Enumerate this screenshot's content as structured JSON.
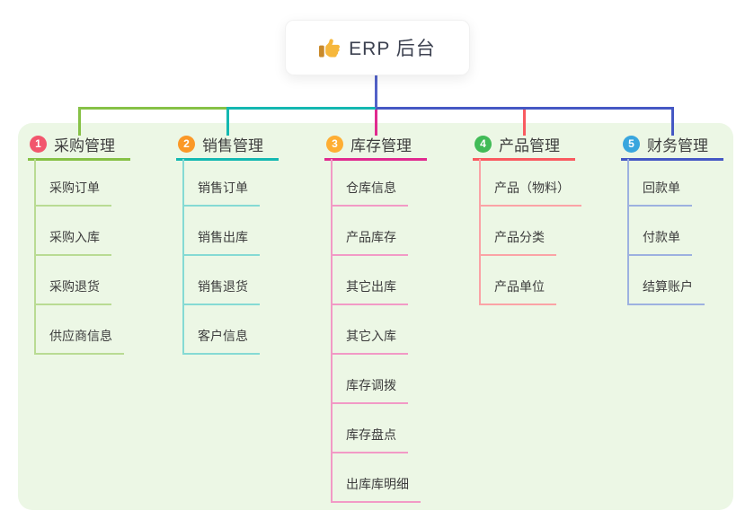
{
  "root": {
    "label": "ERP 后台",
    "icon": "thumbs-up-icon",
    "icon_color": "#f6b73c",
    "card_bg": "#ffffff",
    "connector_color": "#5362c8"
  },
  "panel": {
    "bg_color": "#ecf7e5"
  },
  "branches": [
    {
      "badge": "1",
      "badge_color": "#f2566d",
      "label": "采购管理",
      "line_color": "#86c146",
      "child_line_color": "#b9db93",
      "children": [
        "采购订单",
        "采购入库",
        "采购退货",
        "供应商信息"
      ]
    },
    {
      "badge": "2",
      "badge_color": "#fb9827",
      "label": "销售管理",
      "line_color": "#14b8b1",
      "child_line_color": "#85dad4",
      "children": [
        "销售订单",
        "销售出库",
        "销售退货",
        "客户信息"
      ]
    },
    {
      "badge": "3",
      "badge_color": "#feae33",
      "label": "库存管理",
      "line_color": "#e02a8f",
      "child_line_color": "#f29ac6",
      "children": [
        "仓库信息",
        "产品库存",
        "其它出库",
        "其它入库",
        "库存调拨",
        "库存盘点",
        "出库库明细"
      ]
    },
    {
      "badge": "4",
      "badge_color": "#41bb57",
      "label": "产品管理",
      "line_color": "#f95a60",
      "child_line_color": "#fba3a6",
      "children": [
        "产品（物料）",
        "产品分类",
        "产品单位"
      ]
    },
    {
      "badge": "5",
      "badge_color": "#39a6de",
      "label": "财务管理",
      "line_color": "#4558c4",
      "child_line_color": "#9db1e0",
      "children": [
        "回款单",
        "付款单",
        "结算账户"
      ]
    }
  ]
}
